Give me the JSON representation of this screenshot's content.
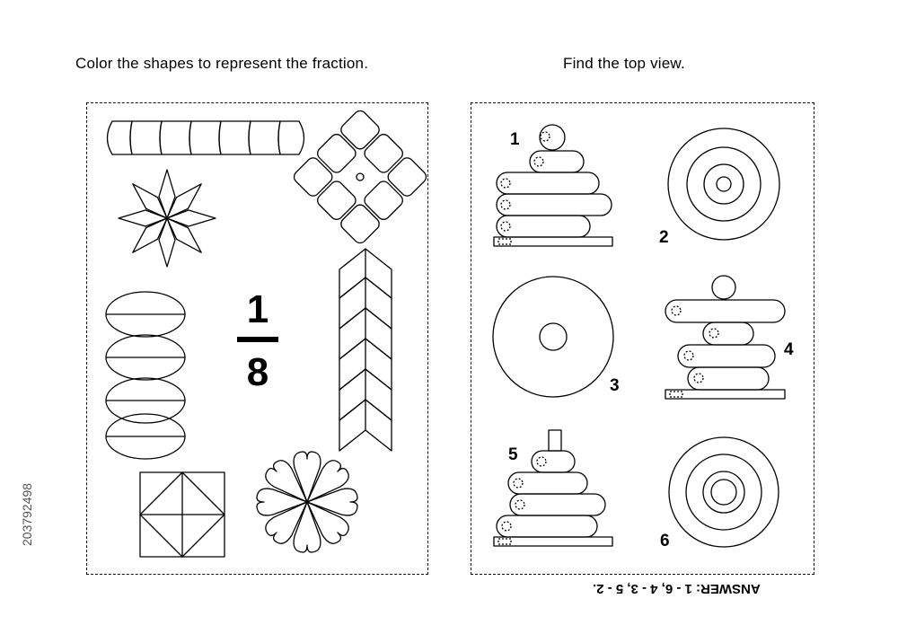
{
  "left_activity": {
    "heading": "Color the shapes to represent the fraction.",
    "fraction": {
      "numerator": "1",
      "denominator": "8"
    }
  },
  "right_activity": {
    "heading": "Find the top view.",
    "labels": [
      "1",
      "2",
      "3",
      "4",
      "5",
      "6"
    ]
  },
  "answer_key": "ANSWER: 1 - 6, 4 - 3, 5 - 2.",
  "side_id": "203792498"
}
